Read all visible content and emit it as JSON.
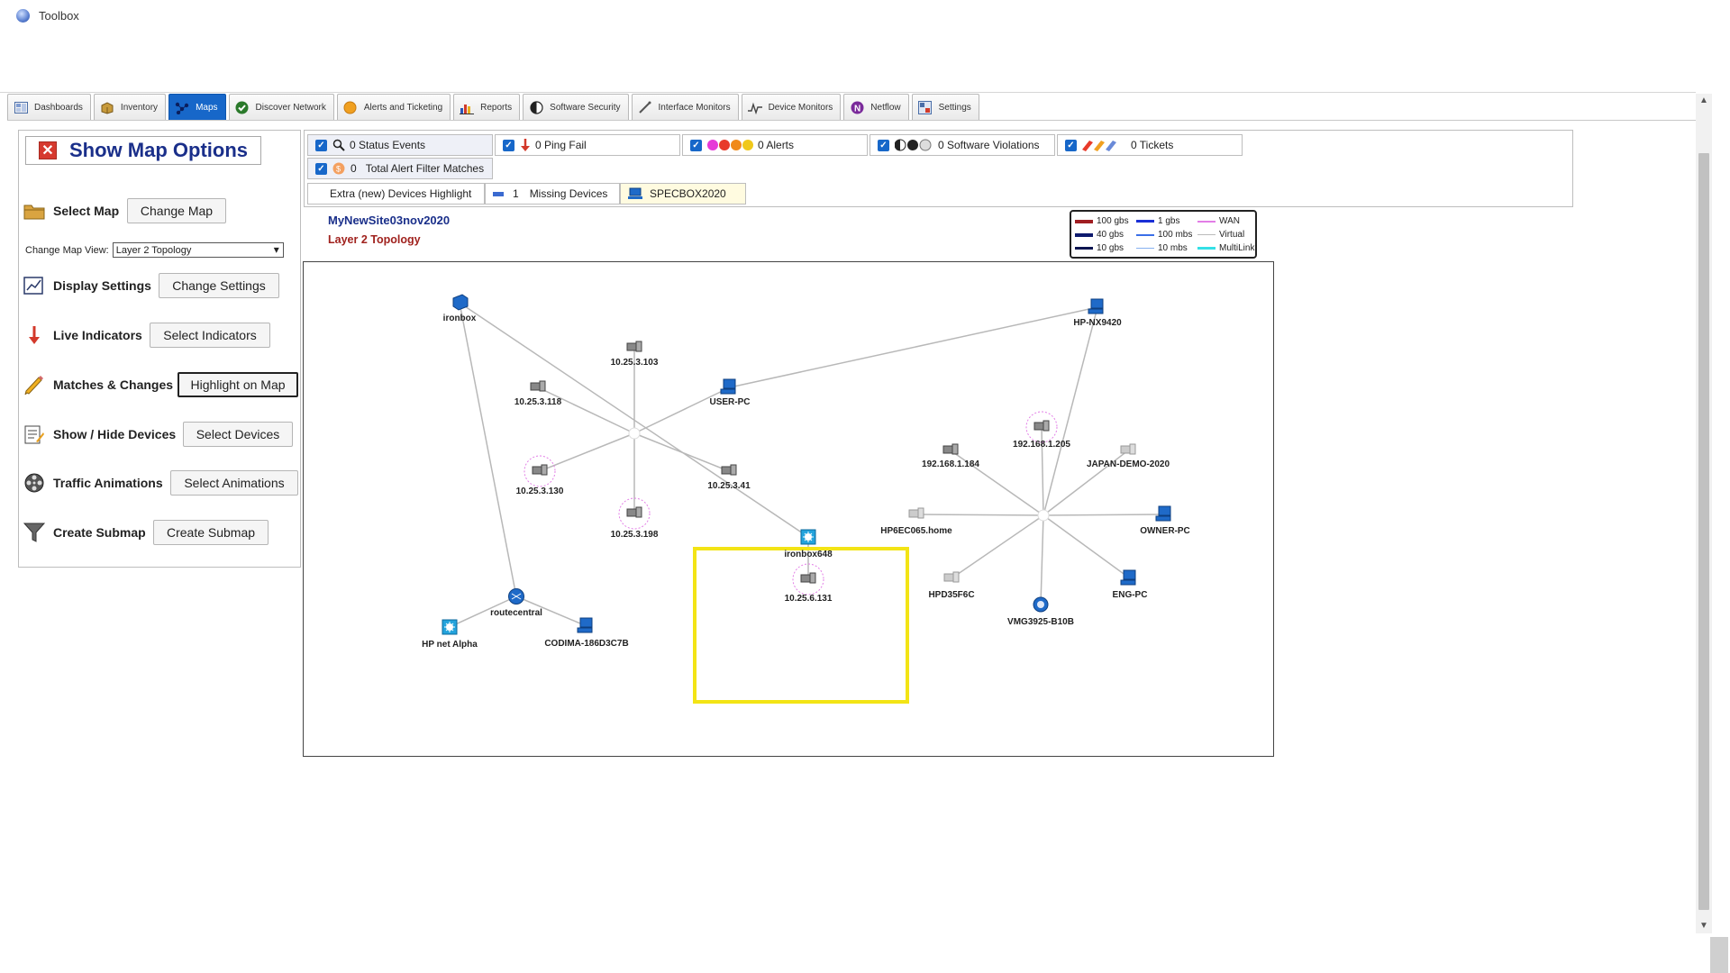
{
  "window": {
    "title": "Toolbox"
  },
  "tabs": [
    {
      "label": "Dashboards",
      "icon": "dashboard-icon",
      "active": false
    },
    {
      "label": "Inventory",
      "icon": "inventory-icon",
      "active": false
    },
    {
      "label": "Maps",
      "icon": "maps-icon",
      "active": true
    },
    {
      "label": "Discover Network",
      "icon": "discover-icon",
      "active": false
    },
    {
      "label": "Alerts and Ticketing",
      "icon": "alerts-icon",
      "active": false
    },
    {
      "label": "Reports",
      "icon": "reports-icon",
      "active": false
    },
    {
      "label": "Software Security",
      "icon": "software-security-icon",
      "active": false
    },
    {
      "label": "Interface Monitors",
      "icon": "interface-monitor-icon",
      "active": false
    },
    {
      "label": "Device Monitors",
      "icon": "device-monitor-icon",
      "active": false
    },
    {
      "label": "Netflow",
      "icon": "netflow-icon",
      "active": false
    },
    {
      "label": "Settings",
      "icon": "settings-icon",
      "active": false
    }
  ],
  "left_panel": {
    "header": "Show Map Options",
    "select_map": {
      "label": "Select Map",
      "button": "Change Map"
    },
    "change_view": {
      "label": "Change Map View:",
      "value": "Layer 2 Topology"
    },
    "display_settings": {
      "label": "Display Settings",
      "button": "Change Settings"
    },
    "live_indicators": {
      "label": "Live Indicators",
      "button": "Select Indicators"
    },
    "matches": {
      "label": "Matches & Changes",
      "button": "Highlight on Map"
    },
    "show_hide": {
      "label": "Show / Hide Devices",
      "button": "Select Devices"
    },
    "traffic": {
      "label": "Traffic Animations",
      "button": "Select Animations"
    },
    "submap": {
      "label": "Create Submap",
      "button": "Create Submap"
    }
  },
  "filters": {
    "status_events": "0 Status Events",
    "ping_fail": "0 Ping Fail",
    "alerts": "0 Alerts",
    "software_violations": "0 Software Violations",
    "tickets": "0 Tickets",
    "total_alert_count": "0",
    "total_alert_label": "Total Alert Filter Matches",
    "extra_devices": "Extra (new) Devices Highlight",
    "missing_count": "1",
    "missing_label": "Missing Devices",
    "specbox": "SPECBOX2020"
  },
  "map": {
    "site": "MyNewSite03nov2020",
    "view": "Layer 2 Topology"
  },
  "legend": {
    "items": [
      {
        "label": "100 gbs",
        "color": "#a01e22"
      },
      {
        "label": "40 gbs",
        "color": "#0e1a6e"
      },
      {
        "label": "10 gbs",
        "color": "#0c1450"
      },
      {
        "label": "1 gbs",
        "color": "#1a2fd6"
      },
      {
        "label": "100 mbs",
        "color": "#3b6fe8"
      },
      {
        "label": "10 mbs",
        "color": "#86b1f0"
      },
      {
        "label": "WAN",
        "color": "#e27de6"
      },
      {
        "label": "Virtual",
        "color": "#bbbbbb"
      },
      {
        "label": "MultiLink",
        "color": "#34e0e6"
      }
    ]
  },
  "devices": {
    "ironbox": "ironbox",
    "ip_10_25_3_103": "10.25.3.103",
    "ip_10_25_3_118": "10.25.3.118",
    "user_pc": "USER-PC",
    "ip_10_25_3_130": "10.25.3.130",
    "ip_10_25_3_41": "10.25.3.41",
    "ip_10_25_3_198": "10.25.3.198",
    "routecentral": "routecentral",
    "hp_net_alpha": "HP net Alpha",
    "codima": "CODIMA-186D3C7B",
    "ironbox648": "ironbox648",
    "ip_10_25_6_131": "10.25.6.131",
    "hp_nx9420": "HP-NX9420",
    "ip_192_168_1_205": "192.168.1.205",
    "ip_192_168_1_184": "192.168.1.184",
    "japan_demo": "JAPAN-DEMO-2020",
    "hp6ec065": "HP6EC065.home",
    "owner_pc": "OWNER-PC",
    "hpd35f6c": "HPD35F6C",
    "vmg3925": "VMG3925-B10B",
    "eng_pc": "ENG-PC"
  }
}
